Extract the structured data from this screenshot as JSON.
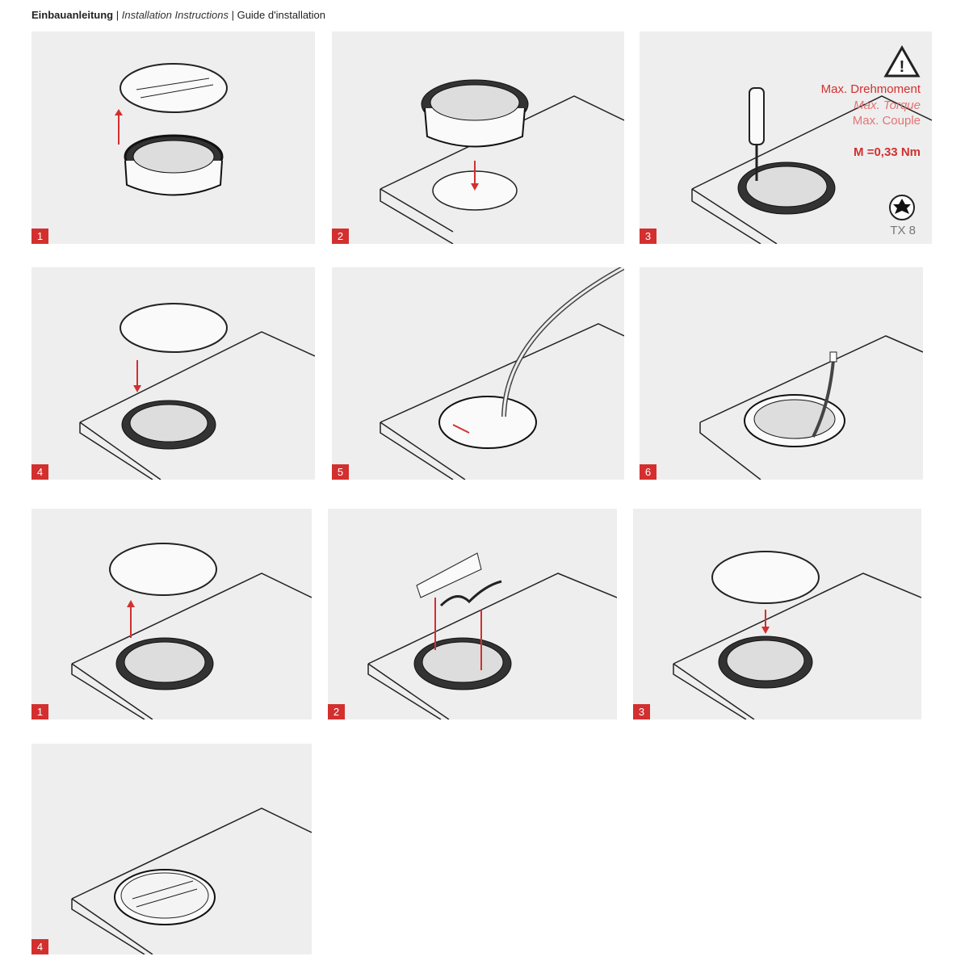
{
  "header": {
    "title_de": "Einbauanleitung",
    "sep": " | ",
    "title_en": "Installation Instructions",
    "title_fr": "Guide d'installation"
  },
  "accent_color": "#d32f2f",
  "section1": {
    "steps": [
      "1",
      "2",
      "3",
      "4",
      "5",
      "6"
    ]
  },
  "section2": {
    "steps": [
      "1",
      "2",
      "3",
      "4"
    ]
  },
  "torque": {
    "icon": "warning-triangle-icon",
    "label_de": "Max. Drehmoment",
    "label_en": "Max. Torque",
    "label_fr": "Max. Couple",
    "value": "M =0,33 Nm",
    "bit_icon": "torx-icon",
    "bit": "TX 8"
  }
}
